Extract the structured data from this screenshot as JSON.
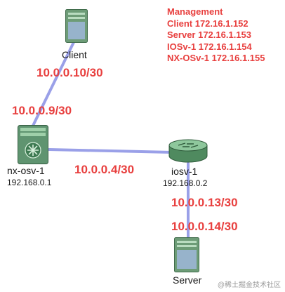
{
  "management": {
    "title": "Management",
    "entries": [
      "Client 172.16.1.152",
      "Server 172.16.1.153",
      "IOSv-1 172.16.1.154",
      "NX-OSv-1 172.16.1.155"
    ]
  },
  "nodes": {
    "client": {
      "label": "Client"
    },
    "nxosv": {
      "label": "nx-osv-1",
      "ip": "192.168.0.1"
    },
    "iosv": {
      "label": "iosv-1",
      "ip": "192.168.0.2"
    },
    "server": {
      "label": "Server"
    }
  },
  "links": {
    "client_nx": {
      "client_ip": "10.0.0.10/30",
      "nx_ip": "10.0.0.9/30"
    },
    "nx_ios": {
      "subnet": "10.0.0.4/30"
    },
    "ios_server": {
      "ios_ip": "10.0.0.13/30",
      "server_ip": "10.0.0.14/30"
    }
  },
  "watermark": "@稀土掘金技术社区",
  "colors": {
    "link": "#9aa0e8",
    "label_red": "#e8403f",
    "device_green": "#6d9c77"
  }
}
